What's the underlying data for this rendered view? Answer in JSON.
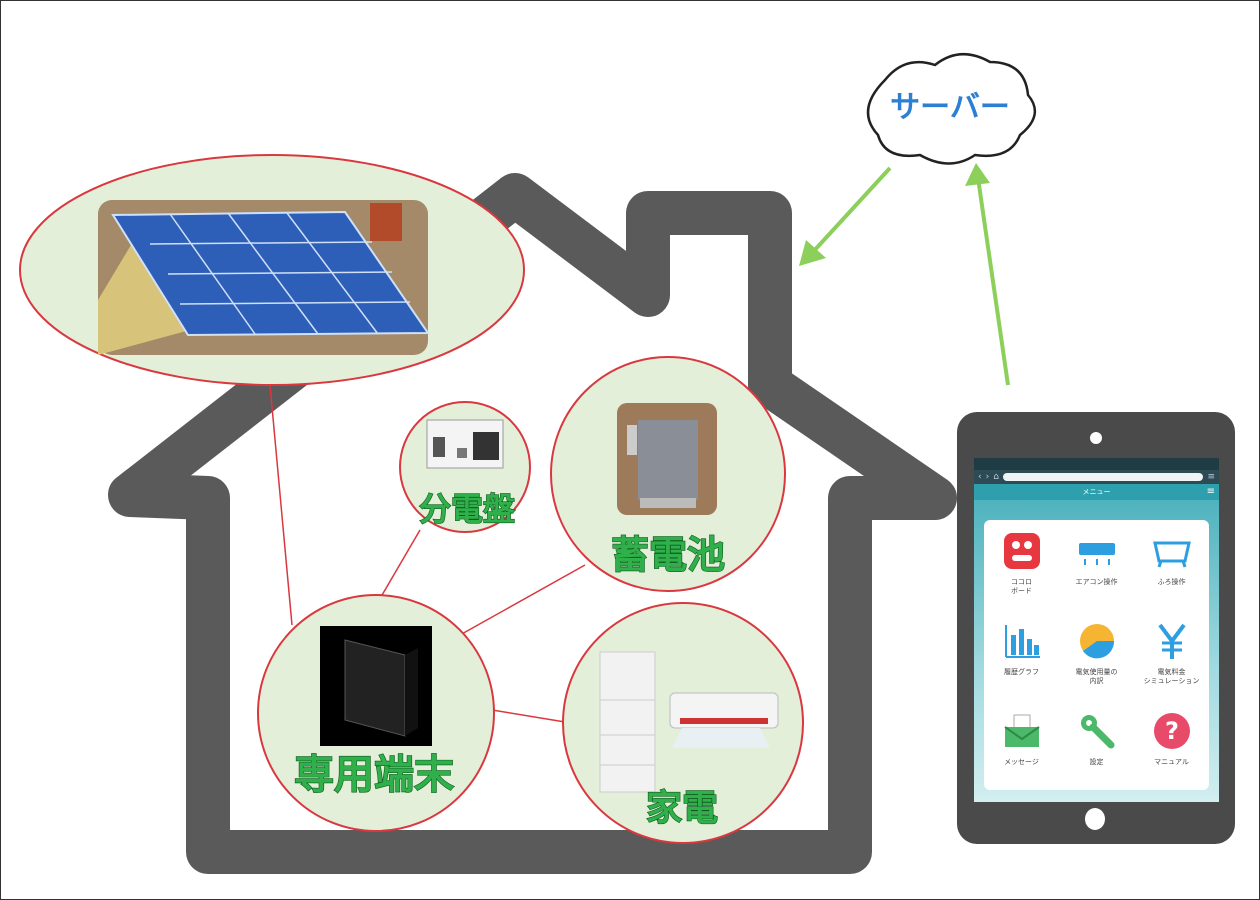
{
  "nodes": {
    "server": "サーバー",
    "distribution_board": "分電盤",
    "storage_battery": "蓄電池",
    "dedicated_terminal": "専用端末",
    "appliances": "家電"
  },
  "tablet": {
    "status_bar": "",
    "url": "",
    "app_title": "メニュー",
    "menu_items": [
      {
        "label": "ココロ\nボード",
        "icon": "kokoro-board-icon"
      },
      {
        "label": "エアコン操作",
        "icon": "air-conditioner-icon"
      },
      {
        "label": "ふろ操作",
        "icon": "bathtub-icon"
      },
      {
        "label": "履歴グラフ",
        "icon": "bar-graph-icon"
      },
      {
        "label": "電気使用量の\n内訳",
        "icon": "pie-chart-icon"
      },
      {
        "label": "電気料金\nシミュレーション",
        "icon": "yen-icon"
      },
      {
        "label": "メッセージ",
        "icon": "envelope-icon"
      },
      {
        "label": "設定",
        "icon": "wrench-icon"
      },
      {
        "label": "マニュアル",
        "icon": "question-icon"
      }
    ]
  },
  "colors": {
    "house": "#5a5a5a",
    "node_fill": "#e3efd9",
    "node_border": "#d9383f",
    "arrow": "#8ccf5a",
    "label_green": "#2fb04a",
    "server_text": "#2d7fd3"
  }
}
